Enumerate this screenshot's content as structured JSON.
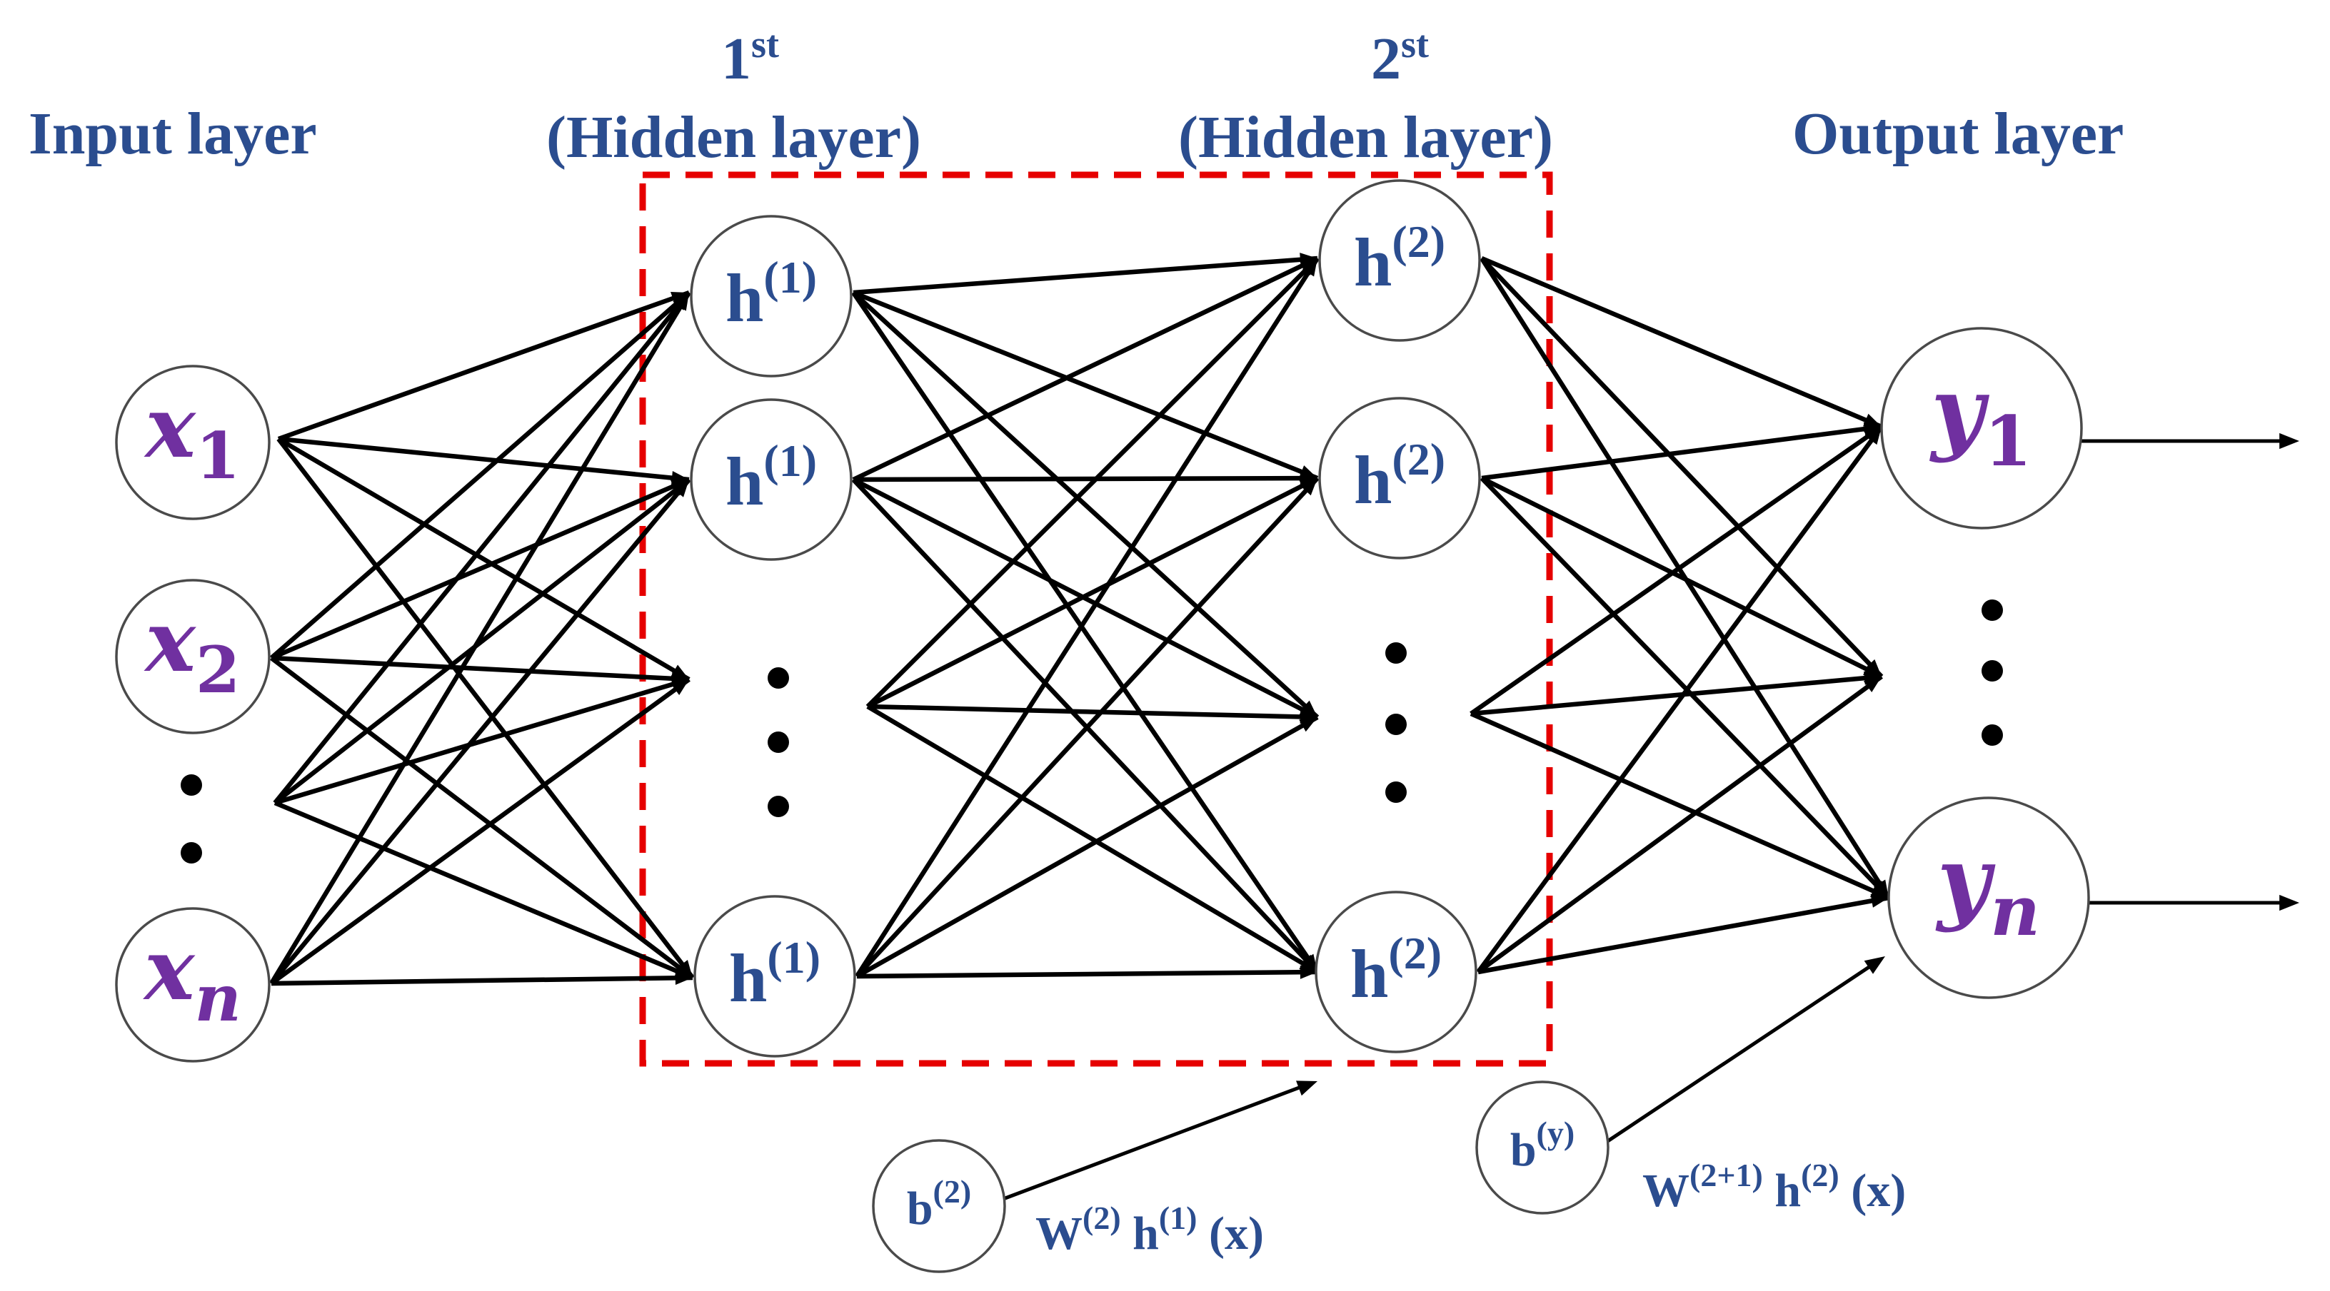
{
  "labels": {
    "input_layer": "Input layer",
    "hidden1_ordinal": "1",
    "hidden1_ordinal_sup": "st",
    "hidden1_title": "(Hidden layer)",
    "hidden2_ordinal": "2",
    "hidden2_ordinal_sup": "st",
    "hidden2_title": "(Hidden layer)",
    "output_layer": "Output layer"
  },
  "inputs": [
    {
      "base": "x",
      "sub": "1"
    },
    {
      "base": "x",
      "sub": "2"
    },
    {
      "base": "x",
      "sub": "n"
    }
  ],
  "hidden1": [
    {
      "base": "h",
      "sup": "(1)"
    },
    {
      "base": "h",
      "sup": "(1)"
    },
    {
      "base": "h",
      "sup": "(1)"
    }
  ],
  "hidden2": [
    {
      "base": "h",
      "sup": "(2)"
    },
    {
      "base": "h",
      "sup": "(2)"
    },
    {
      "base": "h",
      "sup": "(2)"
    }
  ],
  "outputs": [
    {
      "base": "y",
      "sub": "1"
    },
    {
      "base": "y",
      "sub": "n"
    }
  ],
  "bias_hidden2": {
    "base": "b",
    "sup": "(2)"
  },
  "bias_output": {
    "base": "b",
    "sup": "(y)"
  },
  "formula_hidden2": {
    "w": "W",
    "w_sup": "(2)",
    "h": " h",
    "h_sup": "(1)",
    "tail": " (x)"
  },
  "formula_output": {
    "w": "W",
    "w_sup": "(2+1)",
    "h": " h",
    "h_sup": "(2)",
    "tail": " (x)"
  },
  "colors": {
    "label_blue": "#2b4d8f",
    "io_purple": "#7030a0",
    "dashed_box_red": "#e60000"
  }
}
